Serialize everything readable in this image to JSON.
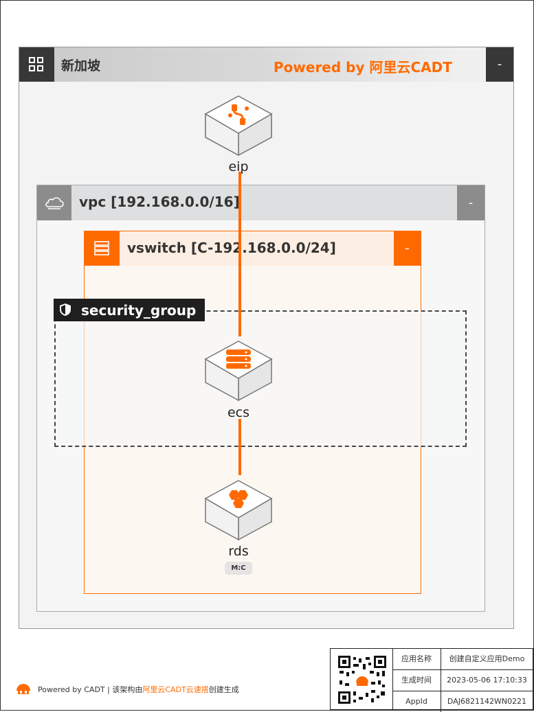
{
  "region": {
    "title": "新加坡",
    "powered_by": "Powered by 阿里云CADT",
    "collapse_label": "-"
  },
  "vpc": {
    "title": "vpc [192.168.0.0/16]",
    "collapse_label": "-"
  },
  "vswitch": {
    "title": "vswitch [C-192.168.0.0/24]",
    "collapse_label": "-"
  },
  "security_group": {
    "title": "security_group"
  },
  "nodes": {
    "eip": {
      "label": "eip",
      "icon": "eip-icon"
    },
    "ecs": {
      "label": "ecs",
      "icon": "ecs-server-icon"
    },
    "rds": {
      "label": "rds",
      "icon": "rds-database-icon",
      "tag": "M:C"
    }
  },
  "colors": {
    "accent": "#ff6a00",
    "dark": "#373737",
    "vpc_gray": "#8c8c8c"
  },
  "footer": {
    "powered_prefix": "Powered by CADT | 该架构由",
    "powered_link": "阿里云CADT云速搭",
    "powered_suffix": "创建生成",
    "info": [
      {
        "key": "应用名称",
        "value": "创建自定义应用Demo"
      },
      {
        "key": "生成时间",
        "value": "2023-05-06 17:10:33"
      },
      {
        "key": "AppId",
        "value": "DAJ6821142WN0221"
      }
    ]
  }
}
